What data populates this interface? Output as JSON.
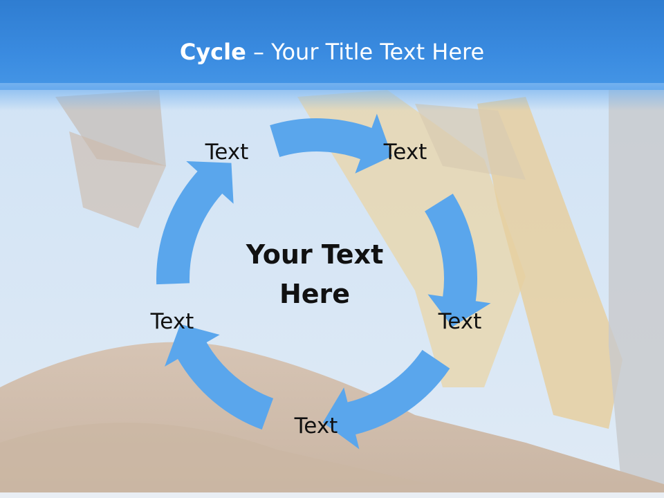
{
  "title": {
    "bold": "Cycle",
    "rest": " – Your Title Text Here"
  },
  "center": {
    "line1": "Your Text",
    "line2": "Here"
  },
  "nodes": [
    {
      "label": "Text"
    },
    {
      "label": "Text"
    },
    {
      "label": "Text"
    },
    {
      "label": "Text"
    },
    {
      "label": "Text"
    }
  ],
  "colors": {
    "arrow": "#5aa6ec",
    "title_bar": "#3a8be0",
    "text": "#111111"
  }
}
